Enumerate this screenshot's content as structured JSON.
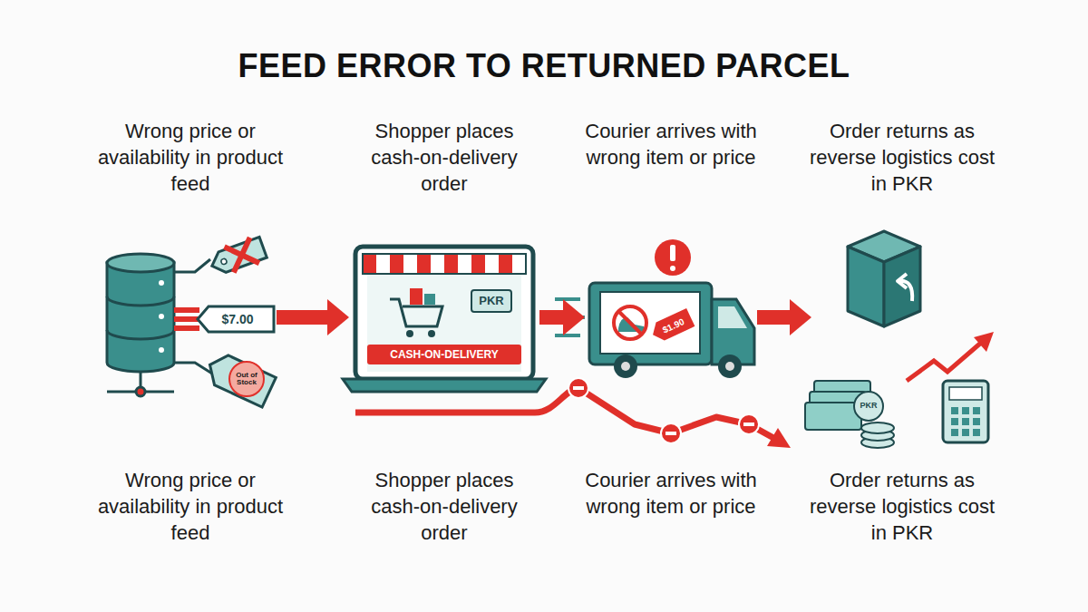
{
  "diagram": {
    "title": "FEED ERROR TO RETURNED PARCEL",
    "nodes": [
      {
        "text": [
          "Wrong price or availability in product feed",
          "Wrong price or availability in product feed"
        ]
      },
      {
        "text": [
          "Shopper places cash-on-delivery order",
          "Shopper places cash-on-delivery order"
        ]
      },
      {
        "text": [
          "Courier arrives with wrong item or price",
          "Courier arrives with wrong item or price"
        ]
      },
      {
        "text": [
          "Order returns as reverse logistics cost in PKR",
          "Order returns as reverse logistics cost in PKR"
        ]
      }
    ],
    "edges": [
      {
        "from": 0,
        "to": 1,
        "arrow": "to"
      },
      {
        "from": 1,
        "to": 2,
        "arrow": "to"
      },
      {
        "from": 2,
        "to": 3,
        "arrow": "to"
      }
    ],
    "labels": [
      "$7.00",
      "Out of Stock",
      "PKR",
      "CASH-ON-DELIVERY",
      "$1.90",
      "PKR"
    ]
  }
}
